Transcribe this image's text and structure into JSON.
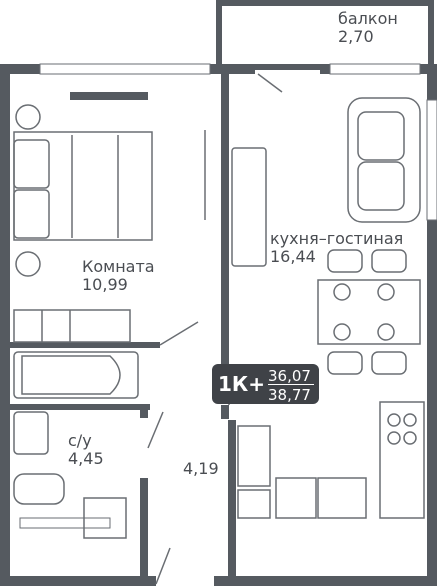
{
  "rooms": [
    {
      "name": "балкон",
      "area": "2,70"
    },
    {
      "name": "кухня–гостиная",
      "area": "16,44"
    },
    {
      "name": "Комната",
      "area": "10,99"
    },
    {
      "name": "с/у",
      "area": "4,45"
    },
    {
      "name": "",
      "area": "4,19"
    }
  ],
  "badge": {
    "type": "1К+",
    "living_area": "36,07",
    "total_area": "38,77"
  },
  "colors": {
    "wall": "#555a60",
    "line": "#6a6e73",
    "badge_bg": "#3f4247",
    "background": "#ffffff"
  }
}
